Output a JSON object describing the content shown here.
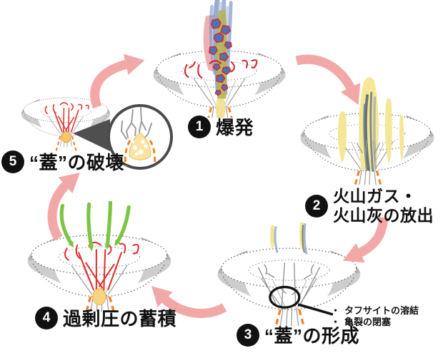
{
  "diagram": {
    "stages": [
      {
        "number": "1",
        "label": "爆発"
      },
      {
        "number": "2",
        "label_line1": "火山ガス・",
        "label_line2": "火山灰の放出"
      },
      {
        "number": "3",
        "label": "“蓋”の形成"
      },
      {
        "number": "4",
        "label": "過剰圧の蓄積"
      },
      {
        "number": "5",
        "label": "“蓋”の破壊"
      }
    ],
    "inset_notes": {
      "bullet_char": "・",
      "bullets": [
        "タフサイトの溶結",
        "亀裂の閉塞"
      ]
    },
    "colors": {
      "cycle_arrow_pink": "#F2A8A7",
      "step_badge_black": "#111111",
      "conduit_orange": "#F58220",
      "crack_red": "#D9262B",
      "pressure_green": "#7CC445",
      "gas_yellow": "#F5E693",
      "ash_blue": "#7E96C6",
      "magma_olive": "#B4B259"
    }
  }
}
